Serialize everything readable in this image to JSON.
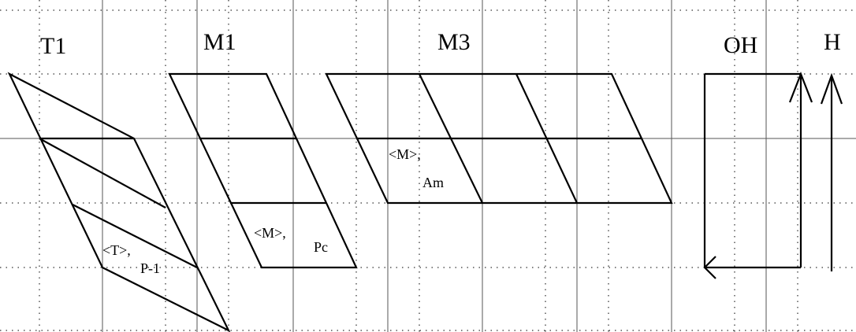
{
  "titles": {
    "t1": "T1",
    "m1": "M1",
    "m3": "M3",
    "oh": "OH",
    "h": "H"
  },
  "labels": {
    "t_tag": "<T>,",
    "p1": "P-1",
    "m_tag_m1": "<M>,",
    "pc": "Pc",
    "m_tag_m3": "<M>,",
    "am": "Am"
  }
}
